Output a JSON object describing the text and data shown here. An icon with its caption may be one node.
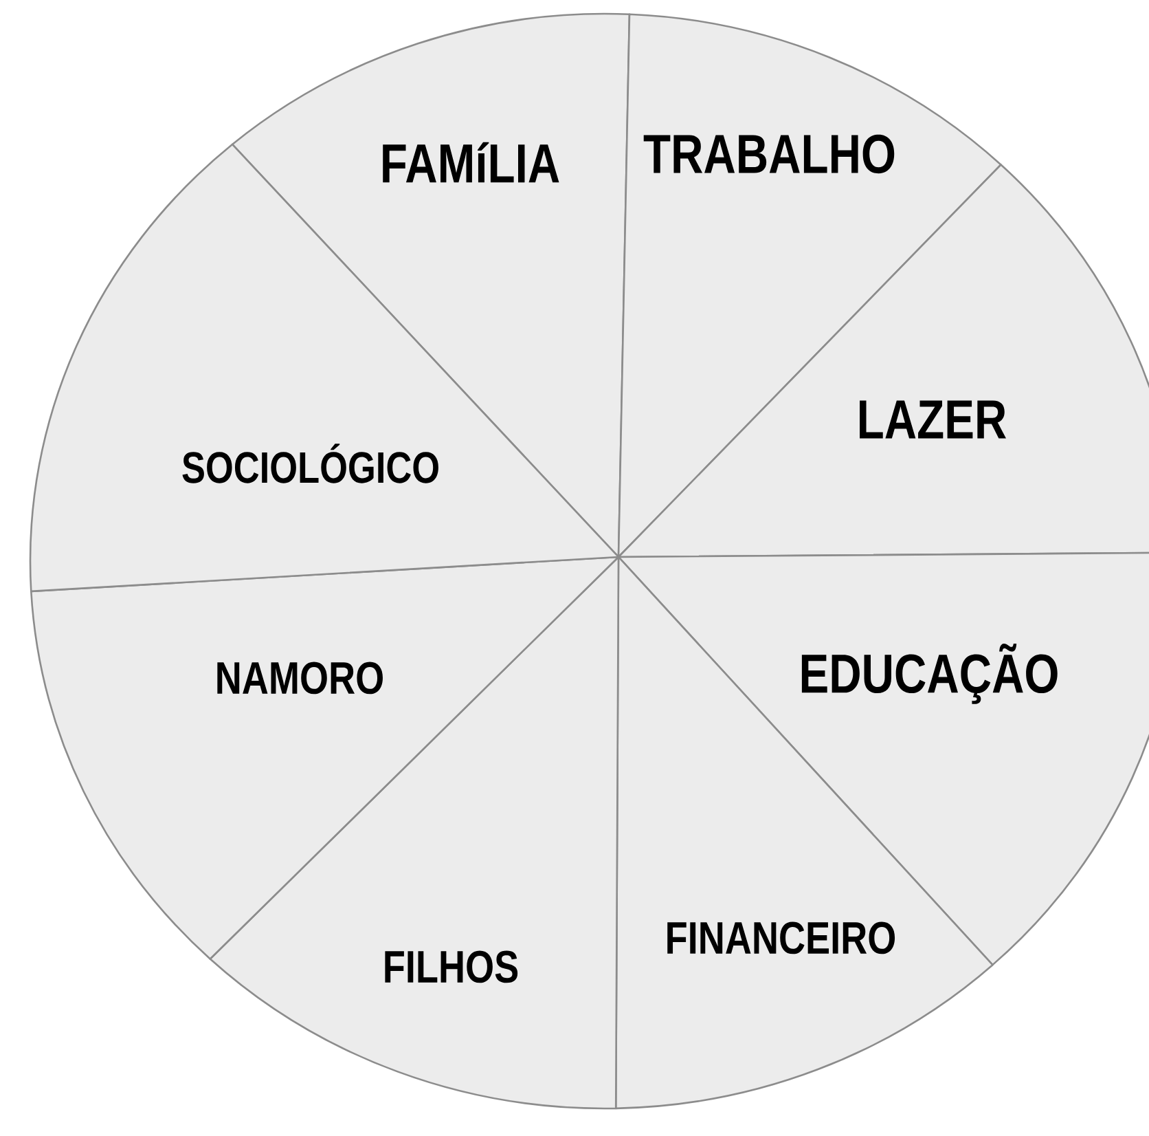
{
  "diagram": {
    "nodes": [
      {
        "text": [
          "FAMíLIA"
        ]
      },
      {
        "text": [
          "TRABALHO"
        ]
      },
      {
        "text": [
          "LAZER"
        ]
      },
      {
        "text": [
          "EDUCAÇÃO"
        ]
      },
      {
        "text": [
          "FINANCEIRO"
        ]
      },
      {
        "text": [
          "FILHOS"
        ]
      },
      {
        "text": [
          "NAMORO"
        ]
      },
      {
        "text": [
          "SOCIOLÓGICO"
        ]
      }
    ]
  }
}
